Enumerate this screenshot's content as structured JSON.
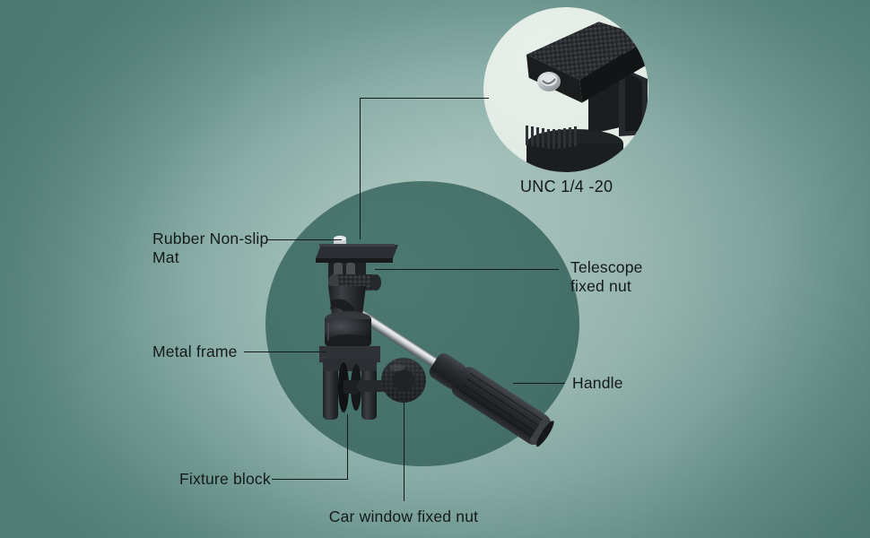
{
  "scene": {
    "background_color": "#527e77",
    "background_light_color": "#adc6c0",
    "hero_circle_color": "#44706a",
    "inset_circle_color": "#e6efe9",
    "leader_color": "#12191b",
    "label_color": "#14191b",
    "product_color": "#2b2d30",
    "chrome_color": "#c9ced1"
  },
  "inset": {
    "name": "quick-release-plate-closeup",
    "caption": "UNC 1/4 -20"
  },
  "callouts": [
    {
      "id": "rubber-non-slip-mat",
      "label": "Rubber Non-slip\nMat"
    },
    {
      "id": "metal-frame",
      "label": "Metal frame"
    },
    {
      "id": "fixture-block",
      "label": "Fixture block"
    },
    {
      "id": "car-window-fixed-nut",
      "label": "Car window fixed nut"
    },
    {
      "id": "telescope-fixed-nut",
      "label": "Telescope\nfixed nut"
    },
    {
      "id": "handle",
      "label": "Handle"
    }
  ]
}
